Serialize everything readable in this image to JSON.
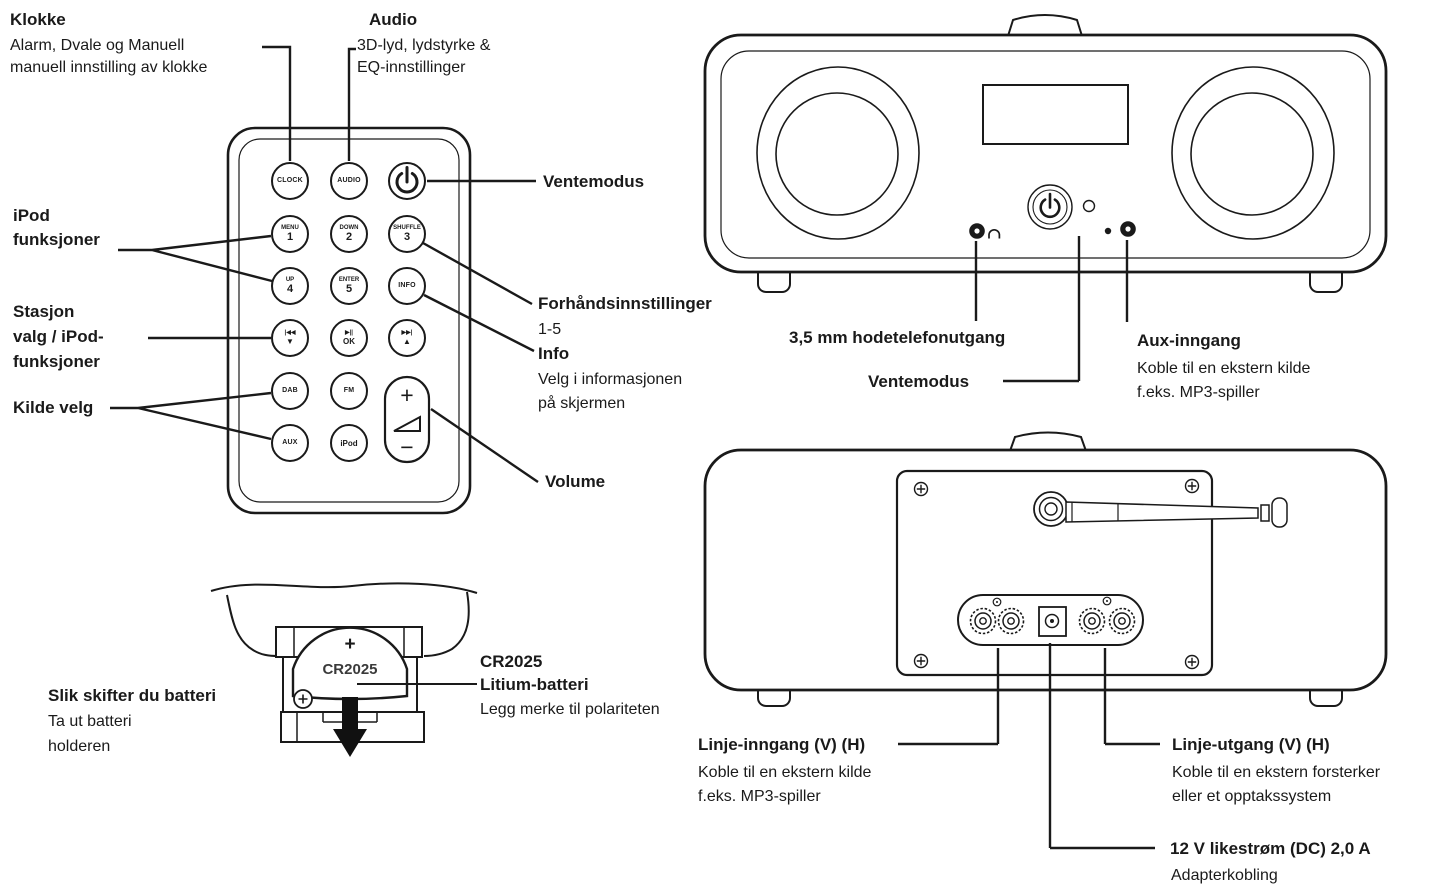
{
  "colors": {
    "ink": "#1a1a1a"
  },
  "remote": {
    "buttons": {
      "clock": "CLOCK",
      "audio": "AUDIO",
      "menu": {
        "l1": "MENU",
        "l2": "1"
      },
      "down": {
        "l1": "DOWN",
        "l2": "2"
      },
      "shuffle": {
        "l1": "SHUFFLE",
        "l2": "3"
      },
      "up": {
        "l1": "UP",
        "l2": "4"
      },
      "enter": {
        "l1": "ENTER",
        "l2": "5"
      },
      "info": "INFO",
      "prev": {
        "l1": "|◀◀",
        "l2": "▼"
      },
      "play": {
        "l1": "▶||",
        "l2": "OK"
      },
      "next": {
        "l1": "▶▶|",
        "l2": "▲"
      },
      "dab": "DAB",
      "fm": "FM",
      "aux": "AUX",
      "ipod": "iPod",
      "volume": {
        "plus": "+",
        "minus": "−"
      }
    }
  },
  "battery": {
    "polarity": "+",
    "model": "CR2025"
  },
  "callouts": {
    "klokke": {
      "title": "Klokke",
      "line1": "Alarm, Dvale og Manuell",
      "line2": "manuell innstilling av klokke"
    },
    "audio": {
      "title": "Audio",
      "line1": "3D-lyd, lydstyrke &",
      "line2": "EQ-innstillinger"
    },
    "ventemodus_remote": "Ventemodus",
    "ipod": {
      "line1": "iPod",
      "line2": "funksjoner"
    },
    "stasjon": {
      "line1": "Stasjon",
      "line2": "valg / iPod-",
      "line3": "funksjoner"
    },
    "kilde": "Kilde velg",
    "forhand": {
      "title": "Forhåndsinnstillinger",
      "range": "1-5"
    },
    "info": {
      "title": "Info",
      "line1": "Velg i informasjonen",
      "line2": "på skjermen"
    },
    "volume": "Volume",
    "batteri": {
      "title": "Slik skifter du batteri",
      "line1": "Ta ut batteri",
      "line2": "holderen"
    },
    "cr2025": {
      "title": "CR2025",
      "subtitle": "Litium-batteri",
      "line1": "Legg merke til polariteten"
    },
    "hodetelefon": "3,5 mm hodetelefonutgang",
    "ventemodus_front": "Ventemodus",
    "aux": {
      "title": "Aux-inngang",
      "line1": "Koble til en ekstern kilde",
      "line2": "f.eks. MP3-spiller"
    },
    "linje_inn": {
      "title": "Linje-inngang (V) (H)",
      "line1": "Koble til en ekstern kilde",
      "line2": "f.eks. MP3-spiller"
    },
    "linje_ut": {
      "title": "Linje-utgang (V) (H)",
      "line1": "Koble til en ekstern forsterker",
      "line2": "eller et opptakssystem"
    },
    "dc": {
      "title": "12 V likestrøm (DC) 2,0 A",
      "line1": "Adapterkobling"
    }
  }
}
